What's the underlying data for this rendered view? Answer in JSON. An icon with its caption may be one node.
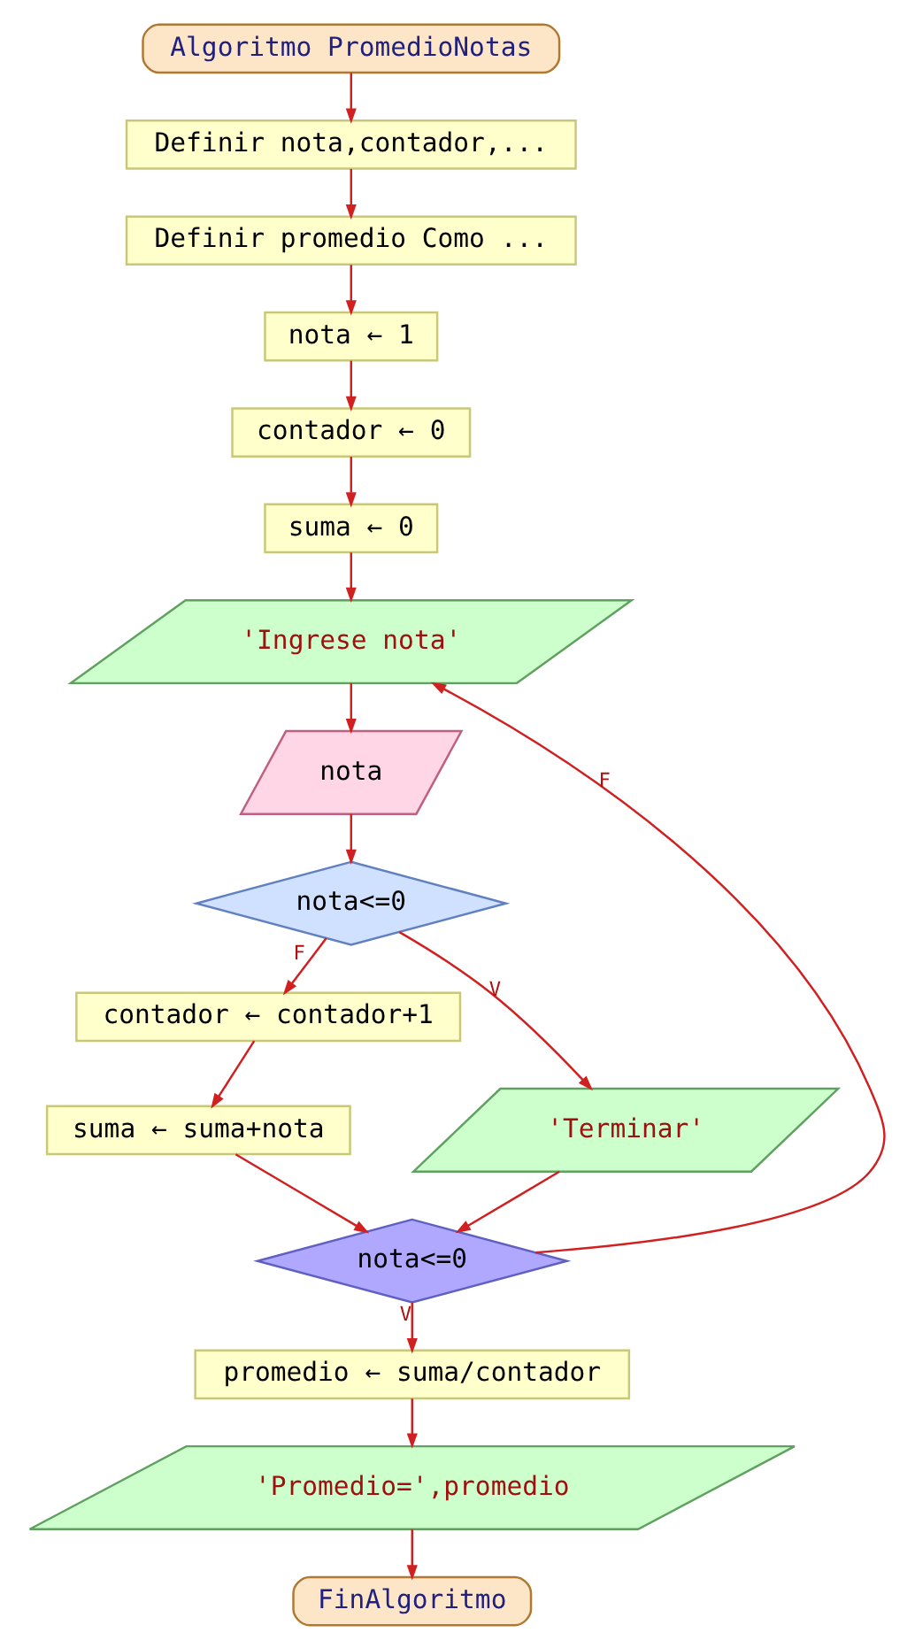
{
  "diagram": {
    "nodes": [
      {
        "text": [
          "Algoritmo PromedioNotas"
        ]
      },
      {
        "text": [
          "Definir nota,contador,..."
        ]
      },
      {
        "text": [
          "Definir promedio Como ..."
        ]
      },
      {
        "text": [
          "nota ← 1"
        ]
      },
      {
        "text": [
          "contador ← 0"
        ]
      },
      {
        "text": [
          "suma ← 0"
        ]
      },
      {
        "text": [
          "'Ingrese nota'"
        ]
      },
      {
        "text": [
          "nota"
        ]
      },
      {
        "text": [
          "nota<=0"
        ]
      },
      {
        "text": [
          "contador ← contador+1"
        ]
      },
      {
        "text": [
          "suma ← suma+nota"
        ]
      },
      {
        "text": [
          "'Terminar'"
        ]
      },
      {
        "text": [
          "nota<=0"
        ]
      },
      {
        "text": [
          "promedio ← suma/contador"
        ]
      },
      {
        "text": [
          "'Promedio=',promedio"
        ]
      },
      {
        "text": [
          "FinAlgoritmo"
        ]
      }
    ],
    "edges": [
      {
        "from": 0,
        "to": 1,
        "arrow": "to"
      },
      {
        "from": 1,
        "to": 2,
        "arrow": "to"
      },
      {
        "from": 2,
        "to": 3,
        "arrow": "to"
      },
      {
        "from": 3,
        "to": 4,
        "arrow": "to"
      },
      {
        "from": 4,
        "to": 5,
        "arrow": "to"
      },
      {
        "from": 5,
        "to": 6,
        "arrow": "to"
      },
      {
        "from": 6,
        "to": 7,
        "arrow": "to"
      },
      {
        "from": 7,
        "to": 8,
        "arrow": "to"
      },
      {
        "from": 8,
        "to": 9,
        "label": "F",
        "arrow": "to"
      },
      {
        "from": 8,
        "to": 11,
        "label": "V",
        "arrow": "to"
      },
      {
        "from": 9,
        "to": 10,
        "arrow": "to"
      },
      {
        "from": 10,
        "to": 12,
        "arrow": "to"
      },
      {
        "from": 11,
        "to": 12,
        "arrow": "to"
      },
      {
        "from": 12,
        "to": 6,
        "label": "F",
        "arrow": "to"
      },
      {
        "from": 12,
        "to": 13,
        "label": "V",
        "arrow": "to"
      },
      {
        "from": 13,
        "to": 14,
        "arrow": "to"
      },
      {
        "from": 14,
        "to": 15,
        "arrow": "to"
      }
    ]
  }
}
